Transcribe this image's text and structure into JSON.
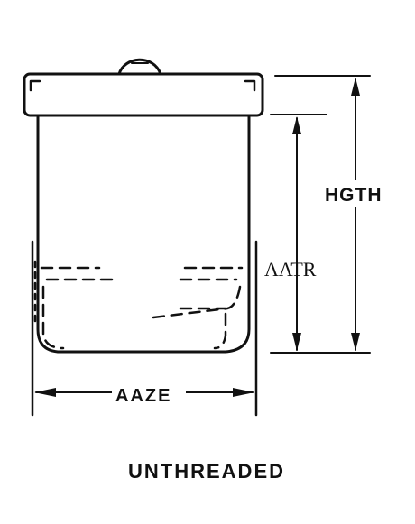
{
  "labels": {
    "height": "HGTH",
    "inner_height": "AATR",
    "width": "AAZE",
    "caption": "UNTHREADED"
  },
  "colors": {
    "ink": "#111111",
    "background": "#ffffff"
  }
}
